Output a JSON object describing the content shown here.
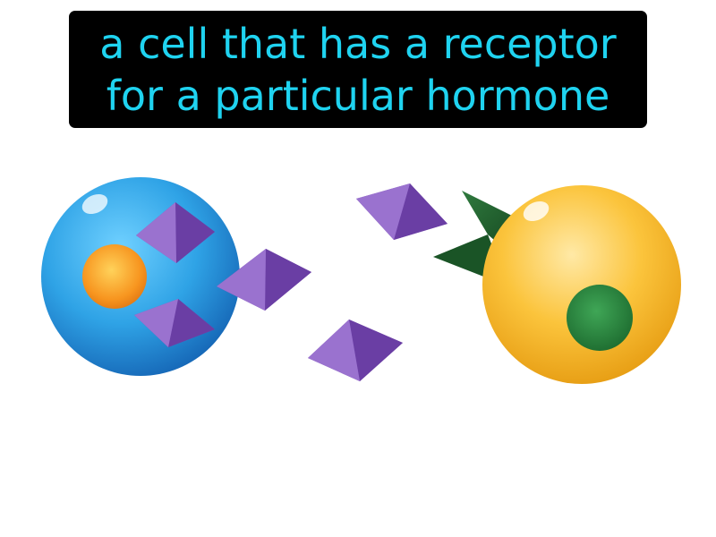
{
  "caption": {
    "line1": "a cell that has a receptor",
    "line2": "for a particular hormone"
  },
  "colors": {
    "caption_bg": "#000000",
    "caption_text": "#1fd3f0",
    "blue_cell": "#2fa3e6",
    "blue_cell_nucleus": "#f7951f",
    "yellow_cell": "#f7b52a",
    "yellow_cell_nucleus": "#2b8a3e",
    "receptor": "#1e5e2c",
    "hormone": "#6b3fa0"
  },
  "icons": {
    "hormone_shape": "octahedron",
    "receptor_shape": "notched-spike"
  }
}
